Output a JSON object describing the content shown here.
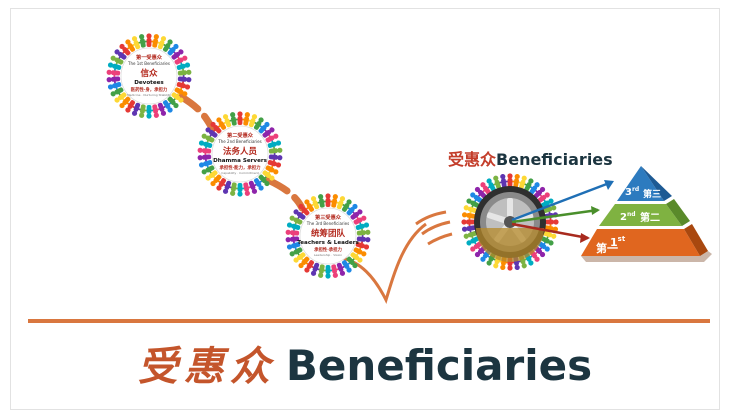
{
  "title": {
    "zh": "受惠众",
    "en": "Beneficiaries"
  },
  "circles": [
    {
      "id": "devotees",
      "top": "第一受惠众",
      "sub": "The 1st Beneficiaries",
      "zh": "信众",
      "en": "Devotees",
      "bottom": "医药性·身，承担力",
      "tiny": "Medicine · Nurturing Stability"
    },
    {
      "id": "dhamma-servers",
      "top": "第二受惠众",
      "sub": "The 2nd Beneficiaries",
      "zh": "法务人员",
      "en": "Dhamma Servers",
      "bottom": "承担性·能力，承担力",
      "tiny": "Capability · Commitment"
    },
    {
      "id": "teachers-leaders",
      "top": "第三受惠众",
      "sub": "The 3rd Beneficiaries",
      "zh": "统筹团队",
      "en": "Teachers & Leaders",
      "bottom": "承担性·承担力",
      "tiny": "Leadership · Vision"
    }
  ],
  "beneficiaries_label": {
    "zh": "受惠众",
    "en": "Beneficiaries"
  },
  "pyramid": [
    {
      "ord": "3",
      "sup": "rd",
      "zh": "第三",
      "color": "#2d7bbf"
    },
    {
      "ord": "2",
      "sup": "nd",
      "zh": "第二",
      "color": "#7fb241"
    },
    {
      "ord": "1",
      "sup": "st",
      "zh": "第一",
      "color": "#e0661f"
    }
  ],
  "colors": {
    "accent": "#d9773f",
    "title_zh": "#c4552b",
    "title_en": "#1c3540"
  },
  "people_colors": [
    "#e53935",
    "#fb8c00",
    "#fdd835",
    "#43a047",
    "#1e88e5",
    "#8e24aa",
    "#ec407a",
    "#00acc1",
    "#7cb342",
    "#5e35b1"
  ]
}
